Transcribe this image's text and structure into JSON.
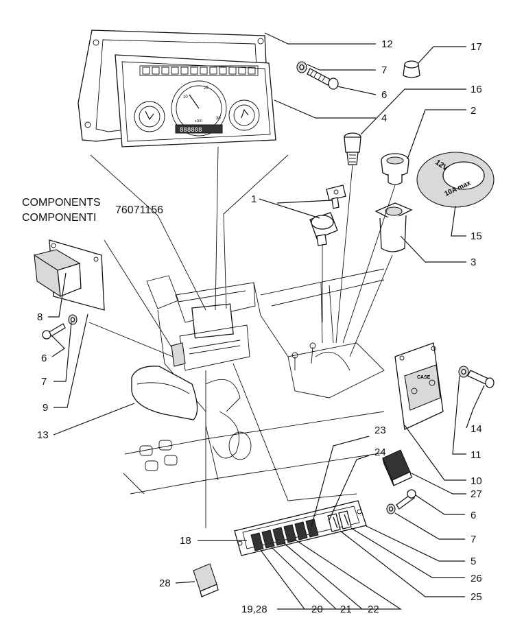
{
  "heading": {
    "line1": "COMPONENTS",
    "line2": "COMPONENTI",
    "code": "76071156"
  },
  "labels": {
    "speed_mark": "x100",
    "gauge_10": "10",
    "gauge_20": "20",
    "gauge_30": "30",
    "odometer": "888888",
    "socket_voltage": "12V",
    "socket_amp": "10A max",
    "plate_brand": "CASE"
  },
  "callouts": [
    "1",
    "2",
    "3",
    "4",
    "5",
    "6",
    "6",
    "6",
    "7",
    "7",
    "7",
    "8",
    "9",
    "10",
    "11",
    "12",
    "13",
    "14",
    "15",
    "16",
    "17",
    "18",
    "19,28",
    "20",
    "21",
    "22",
    "23",
    "24",
    "25",
    "26",
    "27",
    "28"
  ]
}
